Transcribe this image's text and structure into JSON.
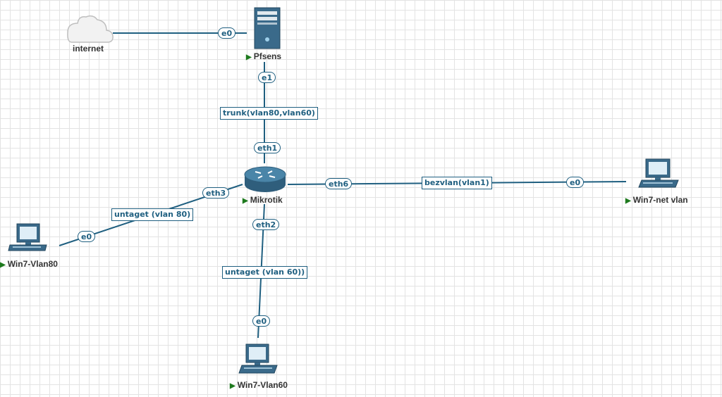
{
  "colors": {
    "link": "#1f5f80",
    "device": "#3a6a8a",
    "run_indicator": "#1e7a1e",
    "grid": "#e3e3e3"
  },
  "nodes": {
    "internet": {
      "label": "internet",
      "icon": "cloud-icon"
    },
    "pfsens": {
      "label": "Pfsens",
      "icon": "server-icon"
    },
    "mikrotik": {
      "label": "Mikrotik",
      "icon": "router-icon"
    },
    "win7_vlan80": {
      "label": "Win7-Vlan80",
      "icon": "workstation-icon"
    },
    "win7_vlan60": {
      "label": "Win7-Vlan60",
      "icon": "workstation-icon"
    },
    "win7_net_vlan": {
      "label": "Win7-net vlan",
      "icon": "workstation-icon"
    }
  },
  "run_indicator": "▶",
  "interfaces": {
    "internet_pfsens_e0": "e0",
    "pfsens_e1": "e1",
    "mikrotik_eth1": "eth1",
    "mikrotik_eth3": "eth3",
    "mikrotik_eth2": "eth2",
    "mikrotik_eth6": "eth6",
    "vlan80_e0": "e0",
    "vlan60_e0": "e0",
    "netvlan_e0": "e0"
  },
  "link_labels": {
    "trunk": "trunk(vlan80,vlan60)",
    "vlan80": "untaget (vlan 80)",
    "vlan60": "untaget (vlan 60))",
    "netvlan": "bezvlan(vlan1)"
  }
}
